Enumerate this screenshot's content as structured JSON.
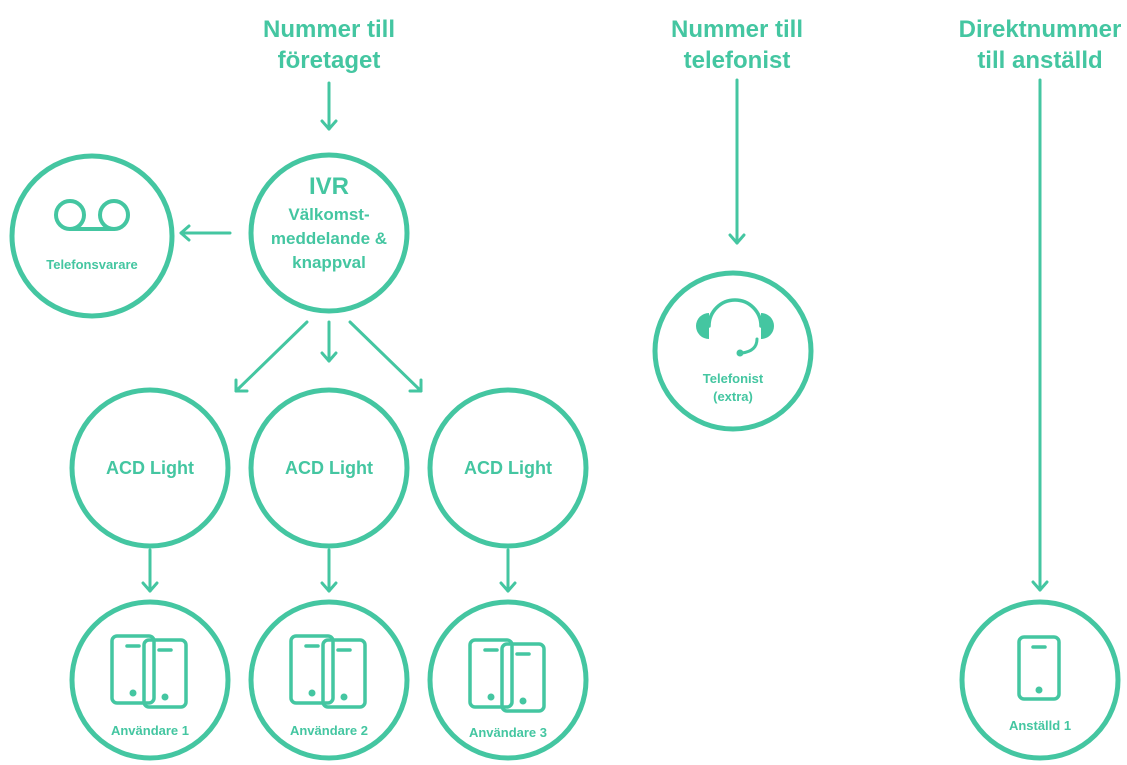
{
  "columns": [
    {
      "line1": "Nummer till",
      "line2": "företaget"
    },
    {
      "line1": "Nummer till",
      "line2": "telefonist"
    },
    {
      "line1": "Direktnummer",
      "line2": "till anställd"
    }
  ],
  "ivr": {
    "title": "IVR",
    "line1": "Välkomst-",
    "line2": "meddelande &",
    "line3": "knappval"
  },
  "voicemail": {
    "label": "Telefonsvarare",
    "icon": "voicemail-icon"
  },
  "acd": [
    {
      "label": "ACD Light"
    },
    {
      "label": "ACD Light"
    },
    {
      "label": "ACD Light"
    }
  ],
  "users": [
    {
      "label": "Användare 1"
    },
    {
      "label": "Användare 2"
    },
    {
      "label": "Användare 3"
    }
  ],
  "operator": {
    "line1": "Telefonist",
    "line2": "(extra)",
    "icon": "headset-icon"
  },
  "employee": {
    "label": "Anställd 1",
    "icon": "phone-icon"
  },
  "colors": {
    "accent": "#44c6a1",
    "background": "#ffffff"
  }
}
